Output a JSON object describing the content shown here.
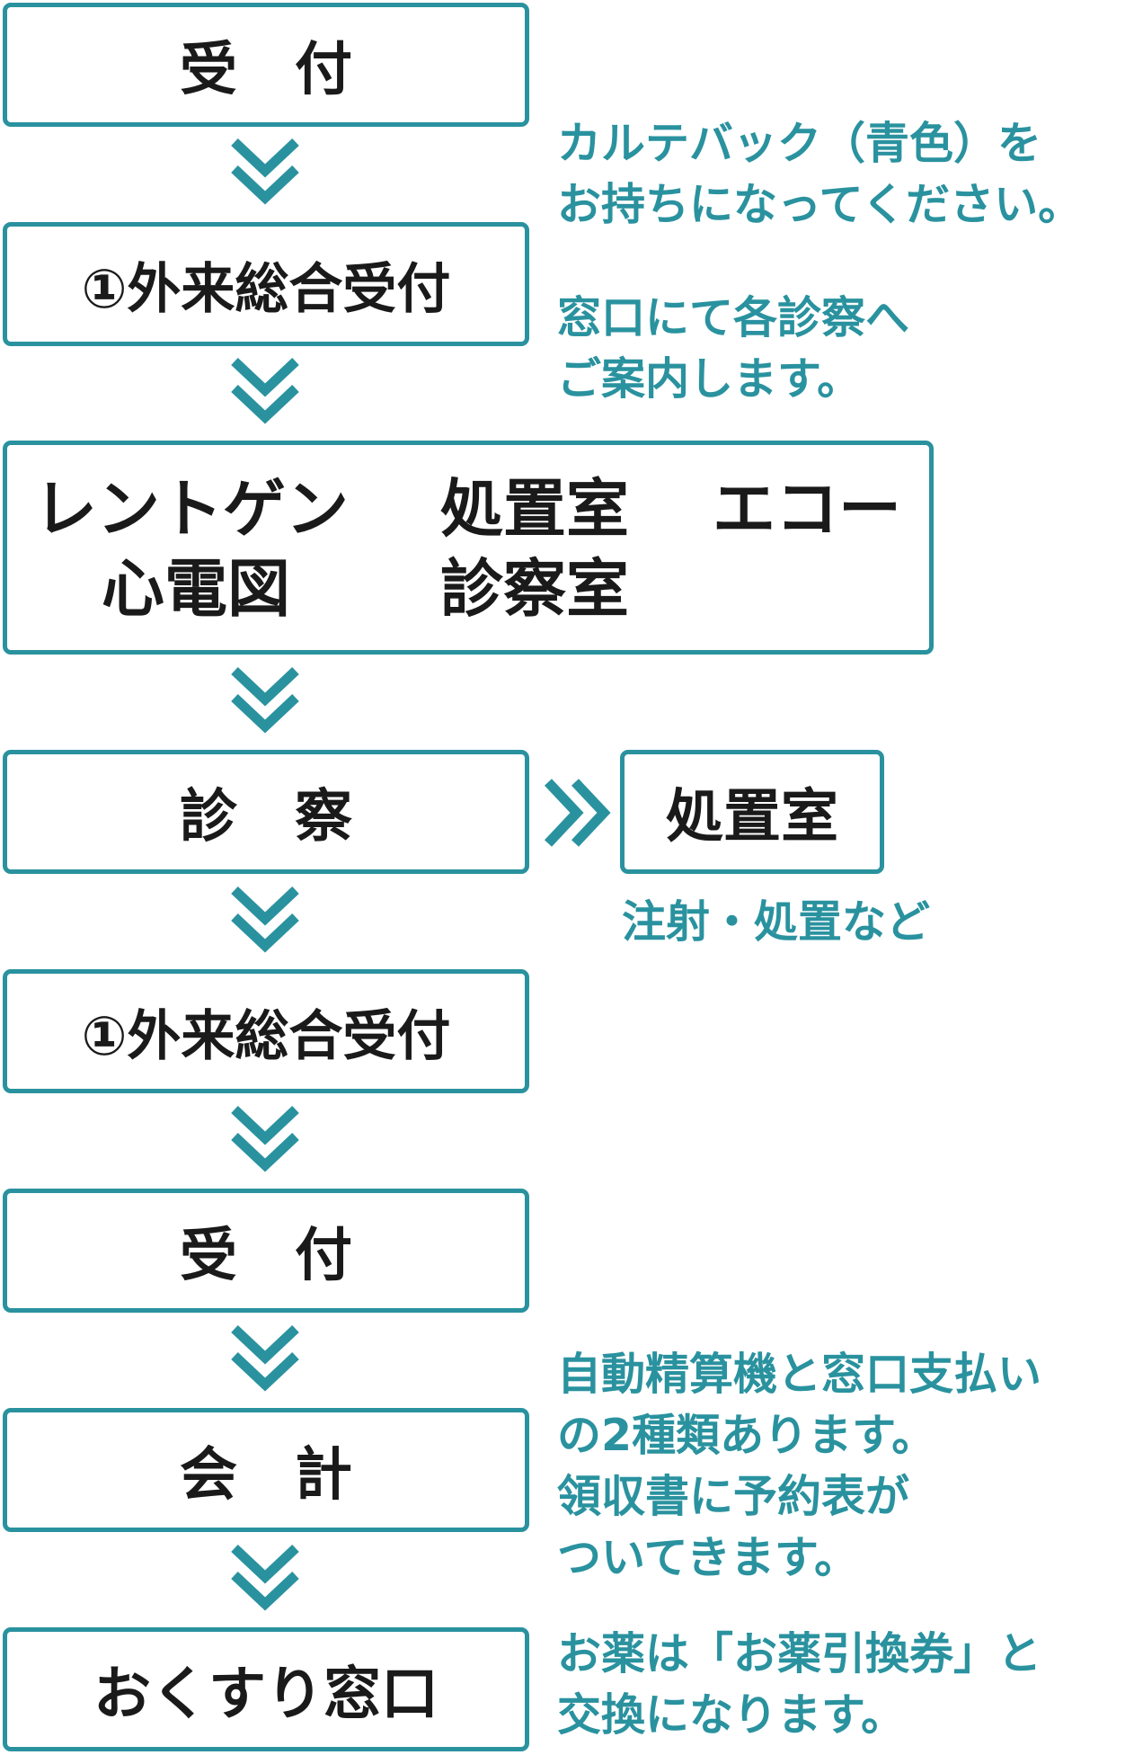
{
  "colors": {
    "accent": "#2a929f",
    "text": "#1a1a1a",
    "background": "#ffffff"
  },
  "steps": {
    "uketsuke_1": "受　付",
    "gairai_1": "①外来総合受付",
    "exam_rooms": {
      "xray": "レントゲン",
      "treatment": "処置室",
      "echo": "エコー",
      "ecg": "心電図",
      "consult": "診察室"
    },
    "shinsatsu": "診　察",
    "side_treatment": "処置室",
    "gairai_2": "①外来総合受付",
    "uketsuke_2": "受　付",
    "kaikei": "会　計",
    "pharmacy": "おくすり窓口"
  },
  "notes": {
    "card_bag": "カルテバック（青色）を\nお持ちになってください。",
    "guide": "窓口にて各診察へ\nご案内します。",
    "treatment": "注射・処置など",
    "payment": "自動精算機と窓口支払い\nの2種類あります。\n領収書に予約表が\nついてきます。",
    "medicine": "お薬は「お薬引換券」と\n交換になります。"
  },
  "icons": {
    "down": "double-chevron-down-icon",
    "right": "double-chevron-right-icon"
  }
}
